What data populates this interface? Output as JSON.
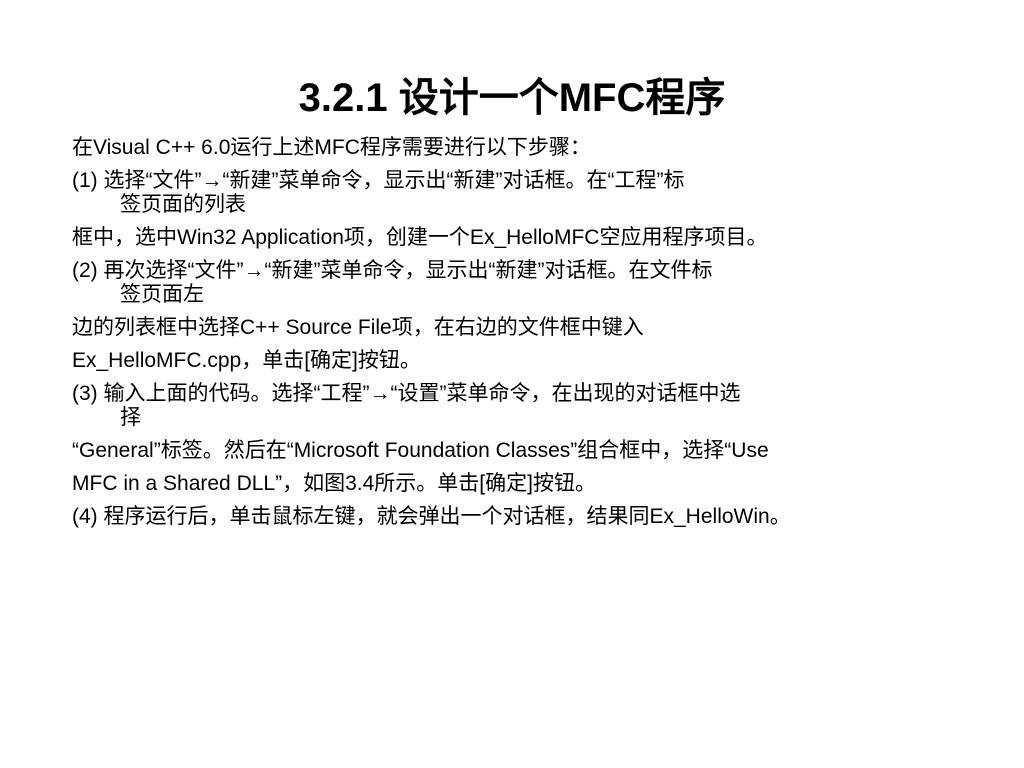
{
  "title": "3.2.1 设计一个MFC程序",
  "paragraphs": [
    {
      "text": "在Visual C++ 6.0运行上述MFC程序需要进行以下步骤："
    },
    {
      "text": "(1) 选择“文件”→“新建”菜单命令，显示出“新建”对话框。在“工程”标",
      "cont": "签页面的列表"
    },
    {
      "text": "框中，选中Win32 Application项，创建一个Ex_HelloMFC空应用程序项目。"
    },
    {
      "text": "(2) 再次选择“文件”→“新建”菜单命令，显示出“新建”对话框。在文件标",
      "cont": "签页面左"
    },
    {
      "text": "边的列表框中选择C++ Source File项，在右边的文件框中键入"
    },
    {
      "text": "Ex_HelloMFC.cpp，单击[确定]按钮。"
    },
    {
      "text": "(3) 输入上面的代码。选择“工程”→“设置”菜单命令，在出现的对话框中选",
      "cont": "择"
    },
    {
      "text": "“General”标签。然后在“Microsoft Foundation Classes”组合框中，选择“Use"
    },
    {
      "text": "MFC in a Shared DLL”，如图3.4所示。单击[确定]按钮。"
    },
    {
      "text": "(4) 程序运行后，单击鼠标左键，就会弹出一个对话框，结果同Ex_HelloWin。"
    }
  ]
}
